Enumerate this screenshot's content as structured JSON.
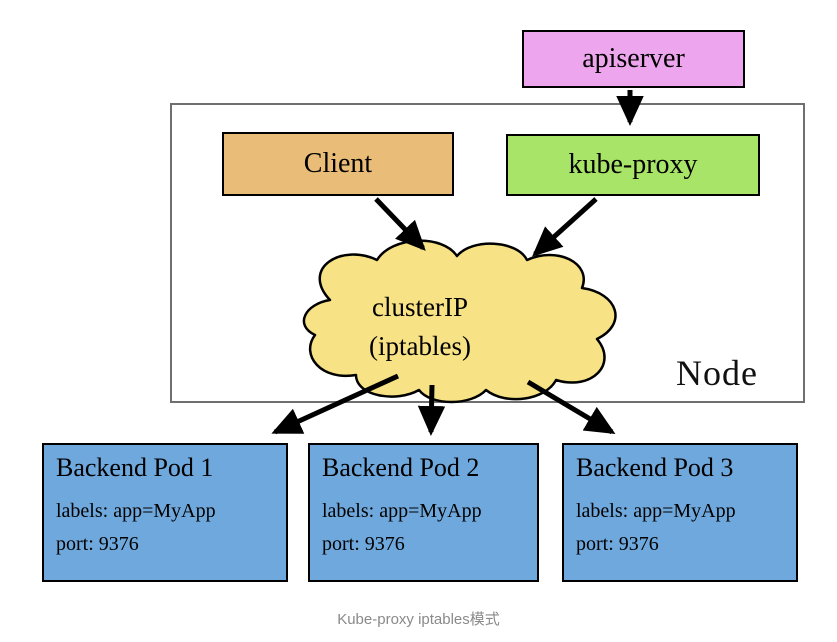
{
  "diagram": {
    "apiserver": {
      "label": "apiserver"
    },
    "client": {
      "label": "Client"
    },
    "kube_proxy": {
      "label": "kube-proxy"
    },
    "node": {
      "label": "Node"
    },
    "cluster_ip": {
      "line1": "clusterIP",
      "line2": "(iptables)"
    },
    "pods": [
      {
        "title": "Backend Pod 1",
        "labels": "labels: app=MyApp",
        "port": "port: 9376"
      },
      {
        "title": "Backend Pod 2",
        "labels": "labels: app=MyApp",
        "port": "port: 9376"
      },
      {
        "title": "Backend Pod 3",
        "labels": "labels: app=MyApp",
        "port": "port: 9376"
      }
    ],
    "caption": "Kube-proxy iptables模式",
    "colors": {
      "apiserver_fill": "#eda6ed",
      "client_fill": "#e9bc78",
      "kube_proxy_fill": "#a8e468",
      "cluster_ip_fill": "#f7e385",
      "pod_fill": "#6fa8dc",
      "arrow": "#000000",
      "node_border": "#6f6f6f",
      "caption_text": "#8a8a8a"
    }
  }
}
